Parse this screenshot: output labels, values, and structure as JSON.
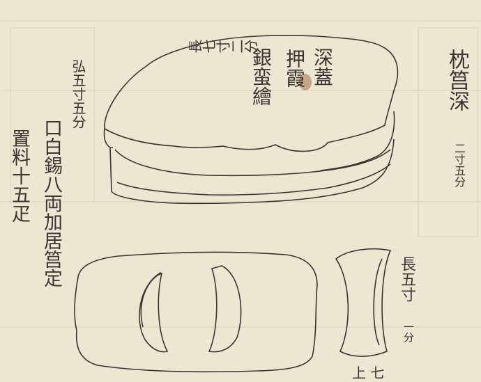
{
  "document": {
    "title_main": "枕筥深",
    "title_depth_sub": "二寸五分",
    "lid_width_label": "長七寸二分",
    "lid_arc_label": "弘五寸五分",
    "lid_inscription": {
      "col_right": "深蓋",
      "col_middle": "押霞",
      "col_left": "銀蛮繪"
    },
    "materials_col1": "口白錫八両加居筥定",
    "materials_col2": "置料十五疋",
    "side_length_main": "長五寸",
    "side_length_sub": "一分",
    "bottom_fragment": "上 七"
  },
  "colors": {
    "paper": "#ece6d2",
    "ink": "#3a3531",
    "stain": "#b88a6a"
  }
}
